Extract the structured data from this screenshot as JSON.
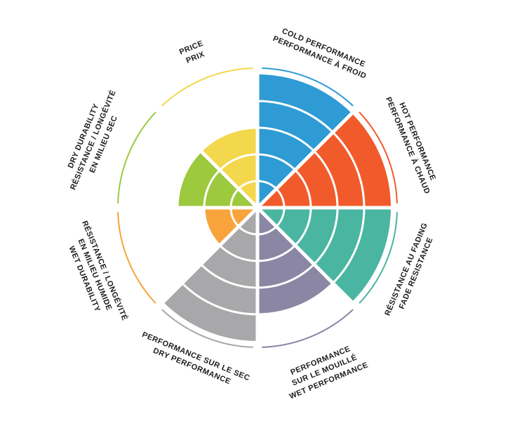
{
  "chart_data": {
    "type": "polar-wheel",
    "title": "",
    "value_max": 5,
    "rings": 5,
    "grid_color": "#FFFFFF",
    "background_color": "#FFFFFF",
    "text_color": "#1D1D1B",
    "legend_position": "around-rim",
    "sectors": [
      {
        "id": "cold-performance",
        "label_lines": [
          "COLD PERFORMANCE",
          "PERFORMANCE À FROID"
        ],
        "value": 5,
        "color": "#2E9BD5"
      },
      {
        "id": "hot-performance",
        "label_lines": [
          "HOT PERFORMANCE",
          "PERFORMANCE À CHAUD"
        ],
        "value": 5,
        "color": "#F15B2B"
      },
      {
        "id": "fade-resistance",
        "label_lines": [
          "RÉSISTANCE AU FADING",
          "FADE RESISTANCE"
        ],
        "value": 5,
        "color": "#4AB5A1"
      },
      {
        "id": "wet-performance",
        "label_lines": [
          "PERFORMANCE",
          "SUR LE MOUILLÉ",
          "WET PERFORMANCE"
        ],
        "value": 4,
        "color": "#8C86A5"
      },
      {
        "id": "dry-performance",
        "label_lines": [
          "PERFORMANCE SUR LE SEC",
          "DRY PERFORMANCE"
        ],
        "value": 5,
        "color": "#A8A7A9"
      },
      {
        "id": "wet-durability",
        "label_lines": [
          "RÉSISTANCE / LONGÉVITÉ",
          "EN MILIEU HUMIDE",
          "WET DURABILITY"
        ],
        "value": 2,
        "color": "#F8A33C"
      },
      {
        "id": "dry-durability",
        "label_lines": [
          "DRY DURABILITY",
          "RÉSISTANCE / LONGÉVITÉ",
          "EN MILIEU SEC"
        ],
        "value": 3,
        "color": "#9DC93F"
      },
      {
        "id": "price",
        "label_lines": [
          "PRICE",
          "PRIX"
        ],
        "value": 3,
        "color": "#F3D74C"
      }
    ]
  }
}
